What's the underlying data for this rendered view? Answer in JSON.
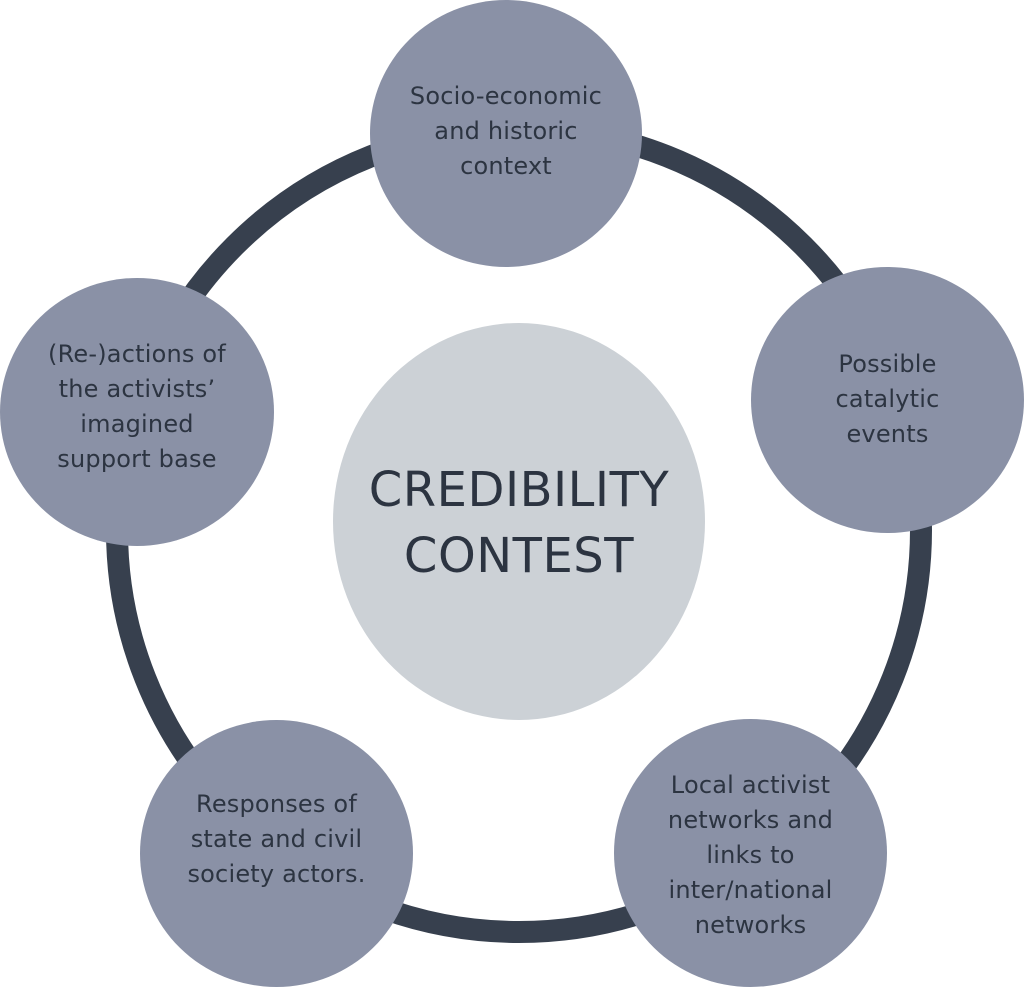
{
  "colors": {
    "ring": "#37404e",
    "outer_node": "#8a91a6",
    "center_node": "#ccd1d6",
    "text": "#2c3441",
    "background": "#ffffff"
  },
  "center": {
    "lines": [
      "CREDIBILITY",
      "CONTEST"
    ]
  },
  "nodes": [
    {
      "id": "socio-economic",
      "lines": [
        "Socio-economic",
        "and historic",
        "context"
      ]
    },
    {
      "id": "catalytic-events",
      "lines": [
        "Possible",
        "catalytic",
        "events"
      ]
    },
    {
      "id": "local-networks",
      "lines": [
        "Local activist",
        "networks and",
        "links to",
        "inter/national",
        "networks"
      ]
    },
    {
      "id": "state-responses",
      "lines": [
        "Responses of",
        "state and civil",
        "society actors."
      ]
    },
    {
      "id": "support-base",
      "lines": [
        "(Re-)actions of",
        "the activists’",
        "imagined",
        "support base"
      ]
    }
  ]
}
